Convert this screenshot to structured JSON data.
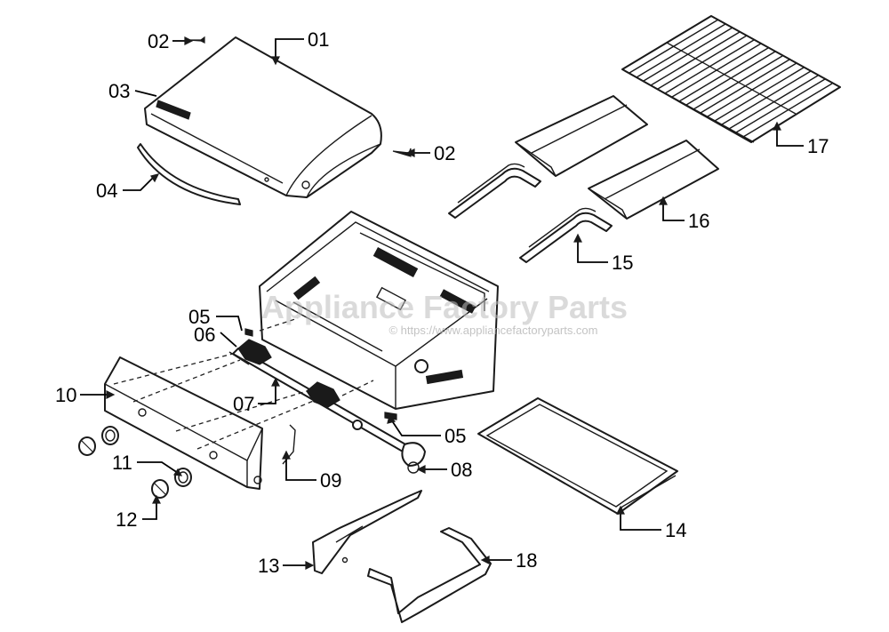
{
  "watermark": {
    "title": "Appliance Factory Parts",
    "url": "© https://www.appliancefactoryparts.com"
  },
  "parts": {
    "p01": "01",
    "p02a": "02",
    "p02b": "02",
    "p03": "03",
    "p04": "04",
    "p05a": "05",
    "p05b": "05",
    "p06": "06",
    "p07": "07",
    "p08": "08",
    "p09": "09",
    "p10": "10",
    "p11": "11",
    "p12": "12",
    "p13": "13",
    "p14": "14",
    "p15": "15",
    "p16": "16",
    "p17": "17",
    "p18": "18"
  }
}
